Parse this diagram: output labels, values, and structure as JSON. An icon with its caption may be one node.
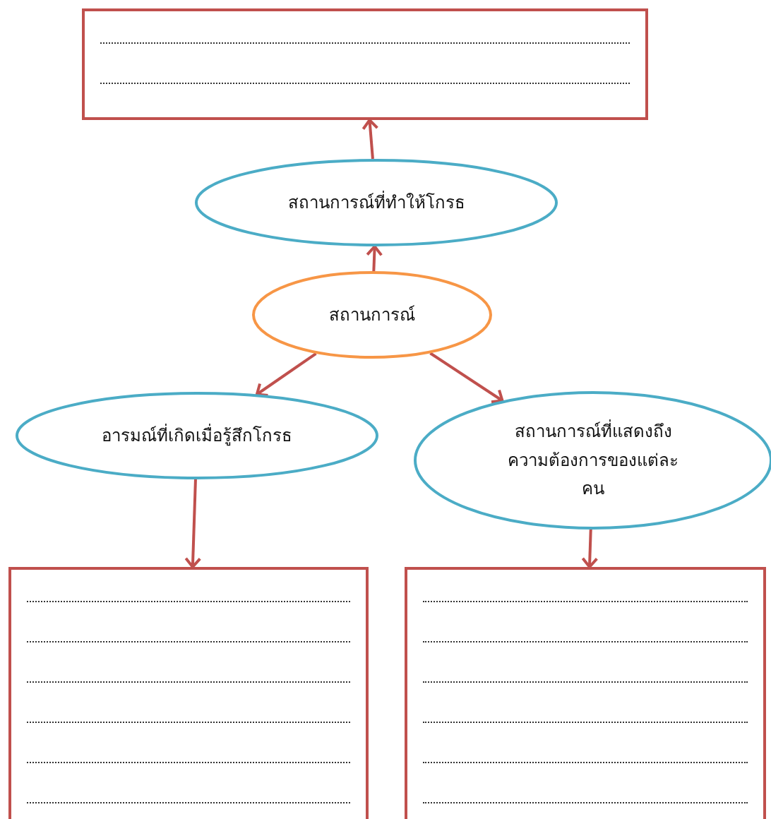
{
  "diagram": {
    "nodes": [
      {
        "text": [],
        "shape": "box"
      },
      {
        "text": [
          "สถานการณ์ที่ทำให้โกรธ"
        ]
      },
      {
        "text": [
          "สถานการณ์"
        ]
      },
      {
        "text": [
          "อารมณ์ที่เกิดเมื่อรู้สึกโกรธ"
        ]
      },
      {
        "text": [
          "สถานการณ์ที่แสดงถึงความต้องการของแต่ละคน"
        ]
      },
      {
        "text": [],
        "shape": "box"
      },
      {
        "text": [],
        "shape": "box"
      }
    ],
    "edges": [
      {
        "from": 1,
        "to": 0,
        "arrow": "to"
      },
      {
        "from": 2,
        "to": 1,
        "arrow": "to"
      },
      {
        "from": 2,
        "to": 3,
        "arrow": "to"
      },
      {
        "from": 2,
        "to": 4,
        "arrow": "to"
      },
      {
        "from": 3,
        "to": 5,
        "arrow": "to"
      },
      {
        "from": 4,
        "to": 6,
        "arrow": "to"
      }
    ]
  }
}
